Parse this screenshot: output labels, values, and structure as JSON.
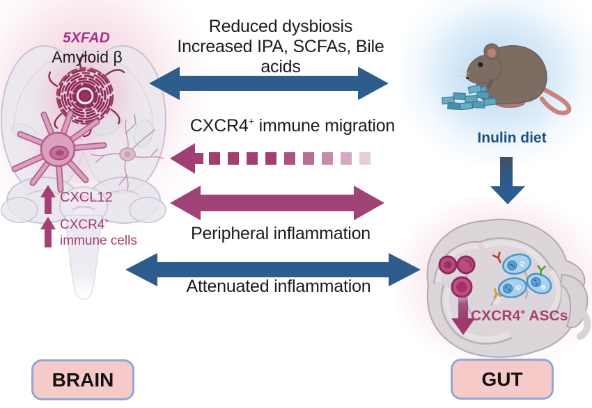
{
  "brain": {
    "model_label": "5XFAD",
    "amyloid_label": "Amyloid β",
    "cxcl12_label": "CXCL12",
    "cxcr4_label_base": "CXCR4",
    "cxcr4_label_sup": "+",
    "cxcr4_label_line2": "immune cells",
    "box_label": "BRAIN"
  },
  "center_arrows": {
    "dysbiosis": {
      "line1": "Reduced dysbiosis",
      "line2": "Increased IPA, SCFAs, Bile acids",
      "color": "#2e5c8d",
      "type": "double-headed solid"
    },
    "migration": {
      "label_base": "CXCR4",
      "label_sup": "+",
      "label_rest": " immune migration",
      "color": "#a23f72",
      "type": "dashed fading, points left"
    },
    "peripheral": {
      "label": "Peripheral inflammation",
      "color": "#a04477",
      "type": "double-headed solid"
    },
    "attenuated": {
      "label": "Attenuated inflammation",
      "color": "#2e5c8d",
      "type": "double-headed solid"
    }
  },
  "gut": {
    "inulin_label": "Inulin diet",
    "ascs_label_base": "CXCR4",
    "ascs_label_sup": "+",
    "ascs_label_rest": " ASCs",
    "box_label": "GUT"
  },
  "colors": {
    "blue_arrow": "#2e5c8d",
    "magenta_arrow": "#a04477",
    "magenta_label": "#a63a72",
    "model_label_magenta": "#a33387",
    "dark_text": "#1b1b1b",
    "inulin_text": "#1e4e7d",
    "box_fill": "#f7caca",
    "box_border": "#92a6d2",
    "brain_glow_pink": "#f0bcd0",
    "mouse_glow_blue": "#bcd9f2",
    "gut_glow_pink": "#f3c6d5"
  },
  "icons": {
    "brain": "brain-illustration-icon",
    "amyloid_plaque": "amyloid-plaque-icon",
    "astrocyte": "astrocyte-icon",
    "neuron": "neuron-icon",
    "up_arrow": "up-arrow-icon",
    "mouse": "mouse-icon",
    "inulin_pile": "inulin-pile-icon",
    "down_arrow": "down-arrow-icon",
    "gut": "gut-illustration-icon",
    "immune_cell": "immune-cell-icon",
    "plasma_cell": "plasma-cell-icon",
    "antibody": "antibody-icon",
    "double_arrow": "double-arrow-icon",
    "dashed_arrow": "dashed-fading-arrow-icon"
  }
}
